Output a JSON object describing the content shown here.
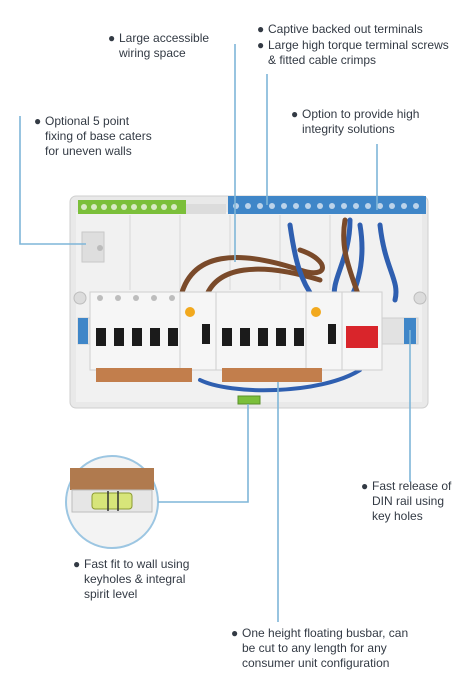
{
  "callouts": {
    "wiring_space": {
      "lines": [
        "Large accessible",
        "wiring space"
      ]
    },
    "captive_terminals": {
      "lines": [
        "Captive backed out terminals"
      ]
    },
    "terminal_screws": {
      "lines": [
        "Large high torque terminal screws",
        "& fitted cable crimps"
      ]
    },
    "high_integrity": {
      "lines": [
        "Option to provide high",
        "integrity solutions"
      ]
    },
    "fixing_base": {
      "lines": [
        "Optional 5 point",
        "fixing of base caters",
        "for uneven walls"
      ]
    },
    "din_release": {
      "lines": [
        "Fast release of",
        "DIN rail using",
        "key holes"
      ]
    },
    "spirit_level": {
      "lines": [
        "Fast fit to wall using",
        "keyholes & integral",
        "spirit level"
      ]
    },
    "busbar": {
      "lines": [
        "One height floating busbar, can",
        "be cut to any length for any",
        "consumer unit configuration"
      ]
    }
  },
  "colors": {
    "leader_line": "#7fb6d8",
    "enclosure": "#efefef",
    "neutral_bar_green": "#7bbf3a",
    "earth_bar_blue": "#3f86c8",
    "cable_brown": "#7a4a2a",
    "cable_blue": "#2f5fb0",
    "breaker_white": "#f6f6f6",
    "breaker_black": "#1b1b1b",
    "breaker_red": "#d9252b",
    "busbar_copper": "#c27e4c"
  },
  "icons": [
    "bullet-icon",
    "spirit-level-icon",
    "consumer-unit-illustration"
  ]
}
